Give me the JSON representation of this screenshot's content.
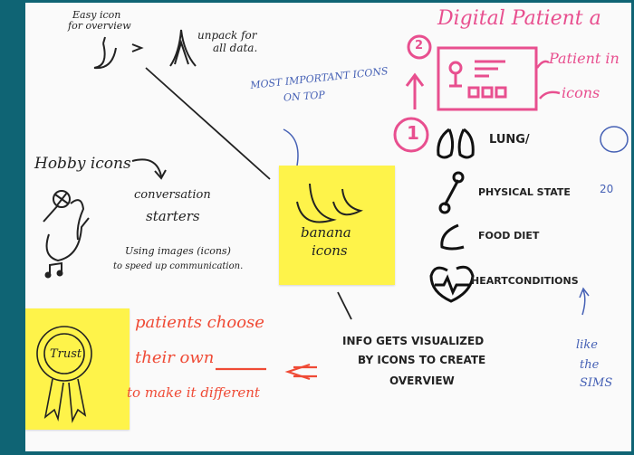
{
  "top_left": {
    "easy_icon": "Easy icon",
    "for_overview": "for overview",
    "unpack_1": "unpack for",
    "unpack_2": "all data."
  },
  "note_blue": {
    "line1": "MOST IMPORTANT ICONS",
    "line2": "ON TOP"
  },
  "hobby": {
    "title": "Hobby icons",
    "conv1": "conversation",
    "conv2": "starters",
    "using1": "Using images (icons)",
    "using2": "to speed up communication."
  },
  "sticky_banana": {
    "line1": "banana",
    "line2": "icons"
  },
  "sticky_trust": {
    "badge": "Trust"
  },
  "patients_note": {
    "line1": "patients choose",
    "line2": "their own",
    "line3": "to make it different"
  },
  "info_note": {
    "line1": "INFO GETS VISUALIZED",
    "line2": "BY ICONS TO CREATE",
    "line3": "OVERVIEW"
  },
  "digital": {
    "title": "Digital Patient a",
    "step2": "2",
    "step1": "1",
    "patient_info": "Patient in",
    "icons_label": "icons"
  },
  "list": {
    "lung": "LUNG/",
    "physical": "PHYSICAL STATE",
    "physical_num": "20",
    "food": "FOOD DIET",
    "heart": "HEARTCONDITIONS"
  },
  "sims": {
    "line1": "like",
    "line2": "the",
    "line3": "SIMS"
  },
  "colors": {
    "background": "#0f6474",
    "paper": "#fafafa",
    "sticky": "#fef34a",
    "pink": "#e84f8f",
    "red": "#ef4a35",
    "blue": "#4661b5"
  }
}
